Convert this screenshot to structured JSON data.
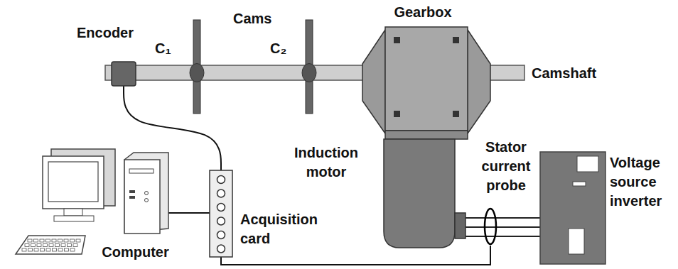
{
  "diagram": {
    "nodes": [
      {
        "text": [
          "Camshaft"
        ]
      },
      {
        "text": [
          "Encoder"
        ]
      },
      {
        "text": [
          "Gearbox"
        ]
      },
      {
        "text": [
          "Induction motor"
        ]
      },
      {
        "text": [
          "Stator current probe"
        ]
      },
      {
        "text": [
          "Voltage source inverter"
        ]
      },
      {
        "text": [
          "Computer"
        ]
      },
      {
        "text": [
          "Acquisition card"
        ]
      }
    ],
    "edges": [
      {
        "from": 1,
        "to": 7,
        "arrow": "none"
      },
      {
        "from": 7,
        "to": 6,
        "arrow": "none"
      },
      {
        "from": 7,
        "to": 4,
        "arrow": "none"
      }
    ],
    "labels": [
      "Cams",
      "C₁",
      "C₂"
    ]
  }
}
